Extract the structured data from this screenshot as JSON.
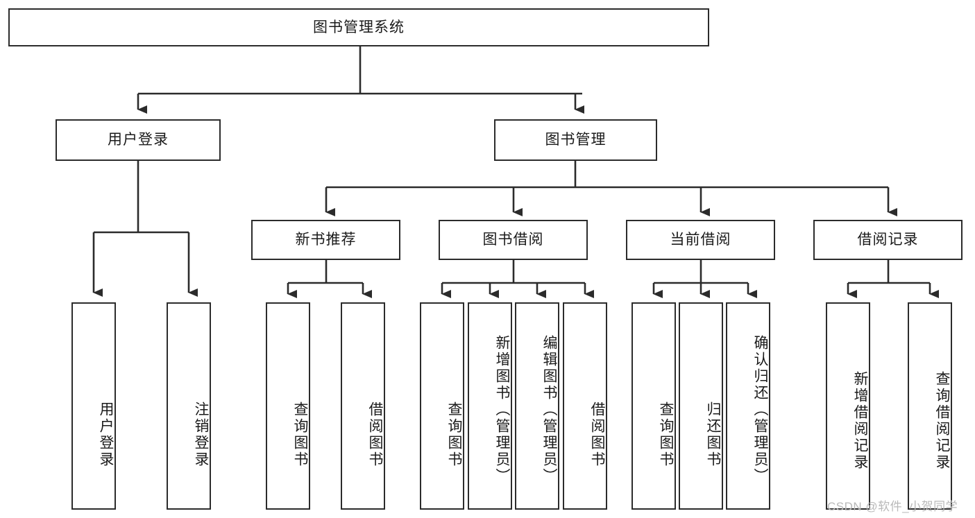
{
  "diagram": {
    "type": "tree",
    "title": "图书管理系统",
    "watermark": "CSDN @软件_小贺同学",
    "colors": {
      "stroke": "#2b2b2b",
      "fill": "#ffffff",
      "text": "#1a1a1a",
      "watermark": "#b9b9b9"
    },
    "root": {
      "label": "图书管理系统"
    },
    "level2": [
      {
        "label": "用户登录"
      },
      {
        "label": "图书管理"
      }
    ],
    "level3": [
      {
        "label": "新书推荐"
      },
      {
        "label": "图书借阅"
      },
      {
        "label": "当前借阅"
      },
      {
        "label": "借阅记录"
      }
    ],
    "leaves_user_login": [
      {
        "label": "用户登录"
      },
      {
        "label": "注销登录"
      }
    ],
    "leaves_new_book": [
      {
        "label": "查询图书"
      },
      {
        "label": "借阅图书"
      }
    ],
    "leaves_borrow": [
      {
        "label": "查询图书"
      },
      {
        "label": "新增图书（管理员）"
      },
      {
        "label": "编辑图书（管理员）"
      },
      {
        "label": "借阅图书"
      }
    ],
    "leaves_current": [
      {
        "label": "查询图书"
      },
      {
        "label": "归还图书"
      },
      {
        "label": "确认归还（管理员）"
      }
    ],
    "leaves_record": [
      {
        "label": "新增借阅记录"
      },
      {
        "label": "查询借阅记录"
      }
    ]
  }
}
